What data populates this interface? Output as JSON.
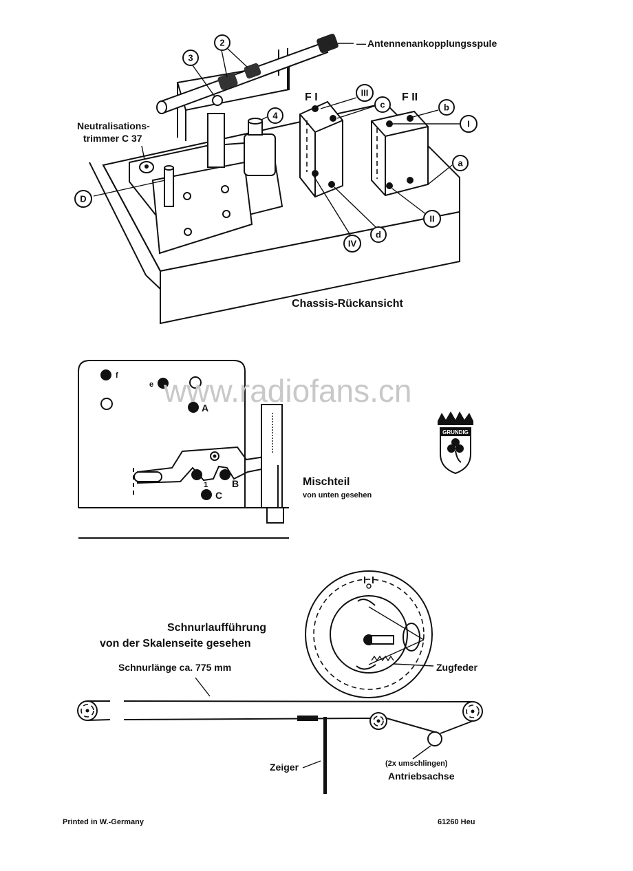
{
  "chassis": {
    "caption": "Chassis-Rückansicht",
    "coil_label": "Antennenankopplungsspule",
    "trimmer_label_1": "Neutralisations-",
    "trimmer_label_2": "trimmer C 37",
    "markers": {
      "n2": "2",
      "n3": "3",
      "n4": "4",
      "D": "D",
      "III": "III",
      "c": "c",
      "b": "b",
      "I": "I",
      "a": "a",
      "II": "II",
      "d": "d",
      "IV": "IV"
    },
    "filter_1": "F I",
    "filter_2": "F II"
  },
  "mixer": {
    "title": "Mischteil",
    "subtitle": "von unten gesehen",
    "points": {
      "f": "f",
      "e": "e",
      "A": "A",
      "one": "1",
      "B": "B",
      "C": "C"
    }
  },
  "watermark": "www.radiofans.cn",
  "logo_text": "GRUNDIG",
  "cord": {
    "title_1": "Schnurlaufführung",
    "title_2": "von der Skalenseite gesehen",
    "length_label": "Schnurlänge ca. 775 mm",
    "spring_label": "Zugfeder",
    "pointer_label": "Zeiger",
    "wrap_label": "(2x umschlingen)",
    "drive_label": "Antriebsachse"
  },
  "footer": {
    "left": "Printed in W.-Germany",
    "right": "61260 Heu"
  }
}
